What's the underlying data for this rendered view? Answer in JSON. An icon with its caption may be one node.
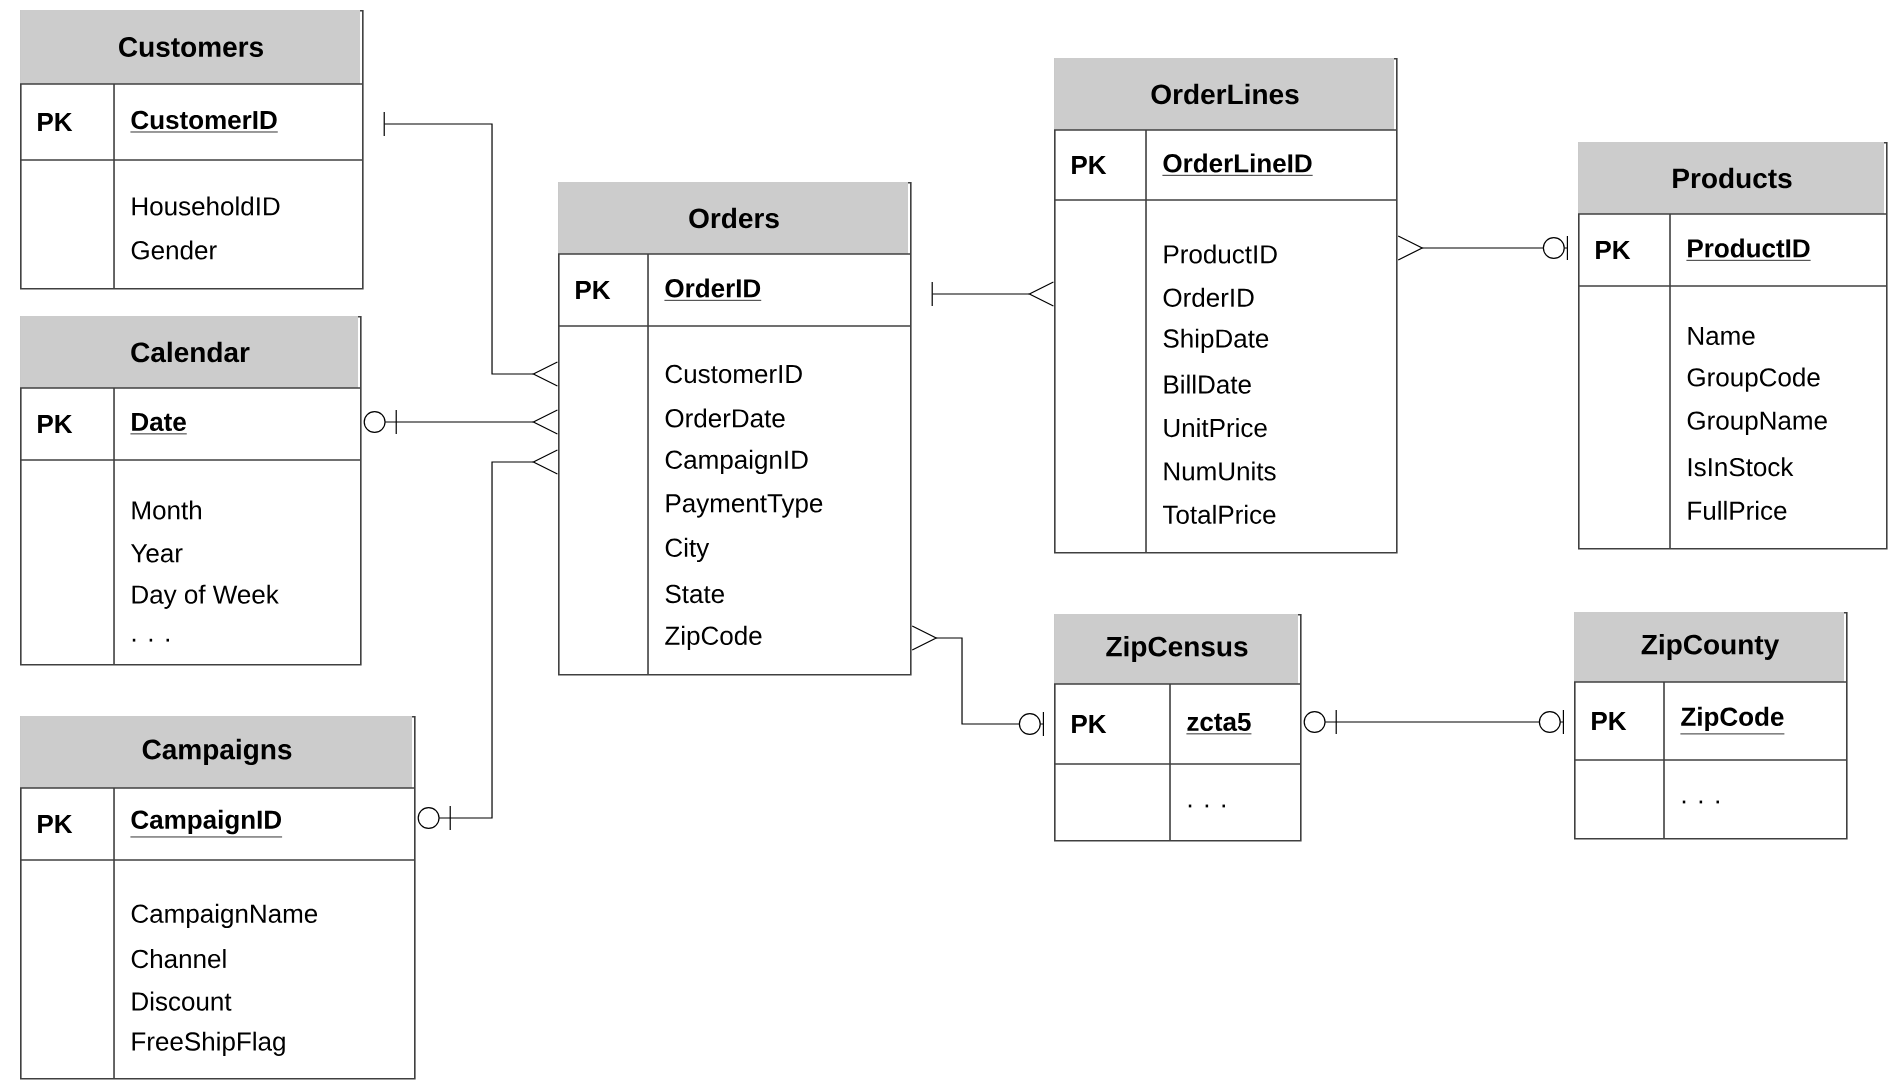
{
  "diagram": {
    "nodes": [
      {
        "text": [
          "Customers",
          "PK",
          "CustomerID",
          "HouseholdID",
          "Gender"
        ]
      },
      {
        "text": [
          "Calendar",
          "PK",
          "Date",
          "Month",
          "Year",
          "Day of Week",
          ". . ."
        ]
      },
      {
        "text": [
          "Campaigns",
          "PK",
          "CampaignID",
          "CampaignName",
          "Channel",
          "Discount",
          "FreeShipFlag"
        ]
      },
      {
        "text": [
          "Orders",
          "PK",
          "OrderID",
          "CustomerID",
          "OrderDate",
          "CampaignID",
          "PaymentType",
          "City",
          "State",
          "ZipCode"
        ]
      },
      {
        "text": [
          "OrderLines",
          "PK",
          "OrderLineID",
          "ProductID",
          "OrderID",
          "ShipDate",
          "BillDate",
          "UnitPrice",
          "NumUnits",
          "TotalPrice"
        ]
      },
      {
        "text": [
          "Products",
          "PK",
          "ProductID",
          "Name",
          "GroupCode",
          "GroupName",
          "IsInStock",
          "FullPrice"
        ]
      },
      {
        "text": [
          "ZipCensus",
          "PK",
          "zcta5",
          ". . ."
        ]
      },
      {
        "text": [
          "ZipCounty",
          "PK",
          "ZipCode",
          ". . ."
        ]
      }
    ],
    "edges": [
      {
        "from": 0,
        "to": 3,
        "arrow": "other"
      },
      {
        "from": 1,
        "to": 3,
        "arrow": "other"
      },
      {
        "from": 2,
        "to": 3,
        "arrow": "other"
      },
      {
        "from": 3,
        "to": 4,
        "arrow": "other"
      },
      {
        "from": 4,
        "to": 5,
        "arrow": "other"
      },
      {
        "from": 3,
        "to": 6,
        "arrow": "other"
      },
      {
        "from": 6,
        "to": 7,
        "arrow": "other"
      }
    ]
  }
}
